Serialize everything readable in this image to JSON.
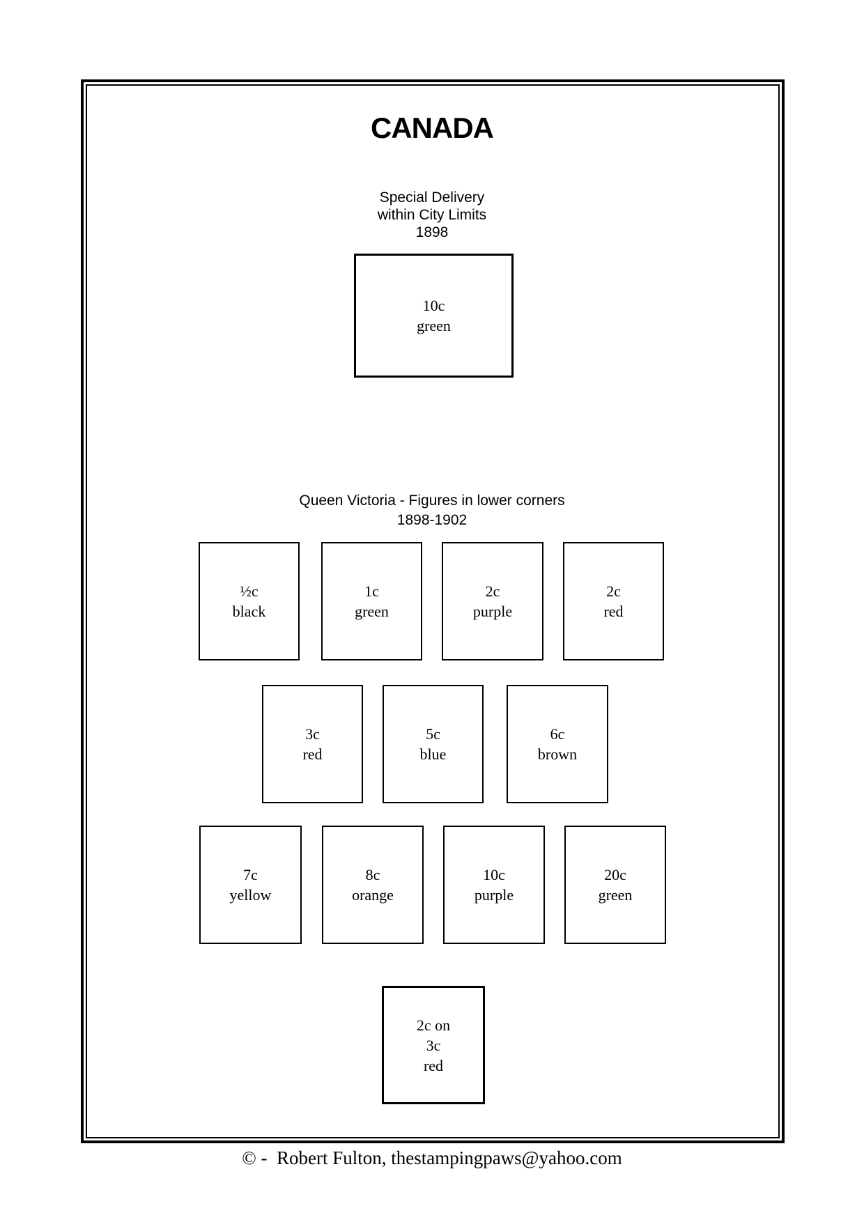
{
  "colors": {
    "background": "#ffffff",
    "text": "#000000",
    "border": "#000000"
  },
  "page": {
    "country_title": "CANADA",
    "footer_credit": "© -  Robert Fulton, thestampingpaws@yahoo.com"
  },
  "sections": [
    {
      "name": "special-delivery",
      "heading_lines": [
        "Special Delivery",
        "within City Limits",
        "1898"
      ],
      "rows": [
        {
          "stamps": [
            {
              "lines": [
                "10c",
                "green"
              ]
            }
          ]
        }
      ]
    },
    {
      "name": "queen-victoria-figures-lower-corners",
      "heading_lines": [
        "Queen Victoria - Figures in lower corners",
        "1898-1902"
      ],
      "rows": [
        {
          "stamps": [
            {
              "lines": [
                "½c",
                "black"
              ]
            },
            {
              "lines": [
                "1c",
                "green"
              ]
            },
            {
              "lines": [
                "2c",
                "purple"
              ]
            },
            {
              "lines": [
                "2c",
                "red"
              ]
            }
          ]
        },
        {
          "stamps": [
            {
              "lines": [
                "3c",
                "red"
              ]
            },
            {
              "lines": [
                "5c",
                "blue"
              ]
            },
            {
              "lines": [
                "6c",
                "brown"
              ]
            }
          ]
        },
        {
          "stamps": [
            {
              "lines": [
                "7c",
                "yellow"
              ]
            },
            {
              "lines": [
                "8c",
                "orange"
              ]
            },
            {
              "lines": [
                "10c",
                "purple"
              ]
            },
            {
              "lines": [
                "20c",
                "green"
              ]
            }
          ]
        },
        {
          "stamps": [
            {
              "lines": [
                "2c on",
                "3c",
                "red"
              ]
            }
          ]
        }
      ]
    }
  ]
}
